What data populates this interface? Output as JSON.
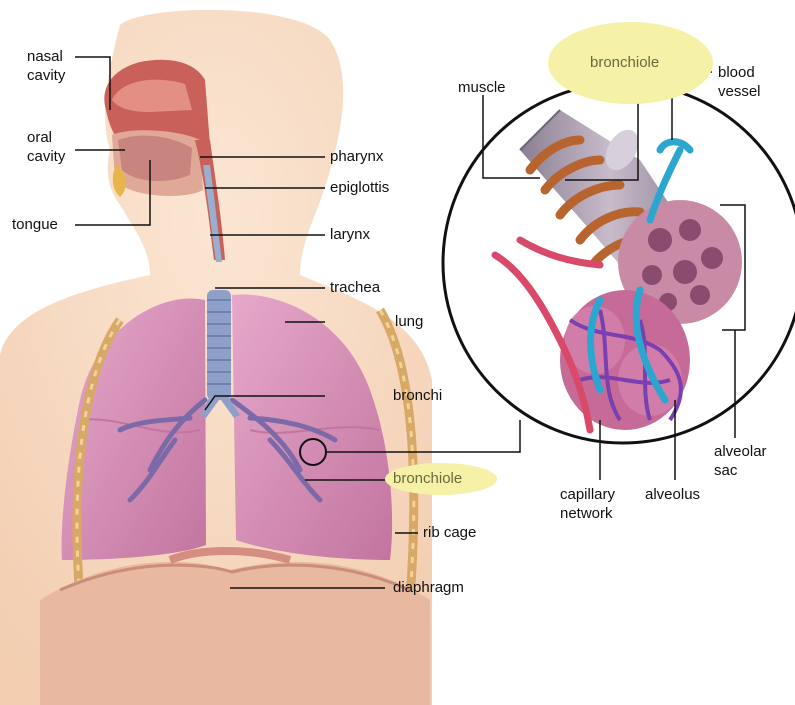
{
  "labels": {
    "nasal_cavity": "nasal\ncavity",
    "oral_cavity": "oral\ncavity",
    "tongue": "tongue",
    "pharynx": "pharynx",
    "epiglottis": "epiglottis",
    "larynx": "larynx",
    "trachea": "trachea",
    "lung": "lung",
    "bronchi": "bronchi",
    "bronchiole_body": "bronchiole",
    "rib_cage": "rib cage",
    "diaphragm": "diaphragm",
    "bronchiole_inset": "bronchiole",
    "muscle": "muscle",
    "blood_vessel": "blood\nvessel",
    "capillary_network": "capillary\nnetwork",
    "alveolus": "alveolus",
    "alveolar_sac": "alveolar\nsac"
  },
  "colors": {
    "skin": "#f9dfc8",
    "lung": "#d78cb4",
    "lung_dark": "#b86a96",
    "airway": "#c9605a",
    "trachea": "#8fa0c8",
    "highlight": "#f5f2a8",
    "highlight_text": "#6a6a40",
    "vessel_blue": "#2aa6cf",
    "vessel_red": "#d94a6a",
    "capillary_purple": "#7a3fb0",
    "bronchiole_tube": "#a89aab",
    "muscle_band": "#b8642e"
  }
}
